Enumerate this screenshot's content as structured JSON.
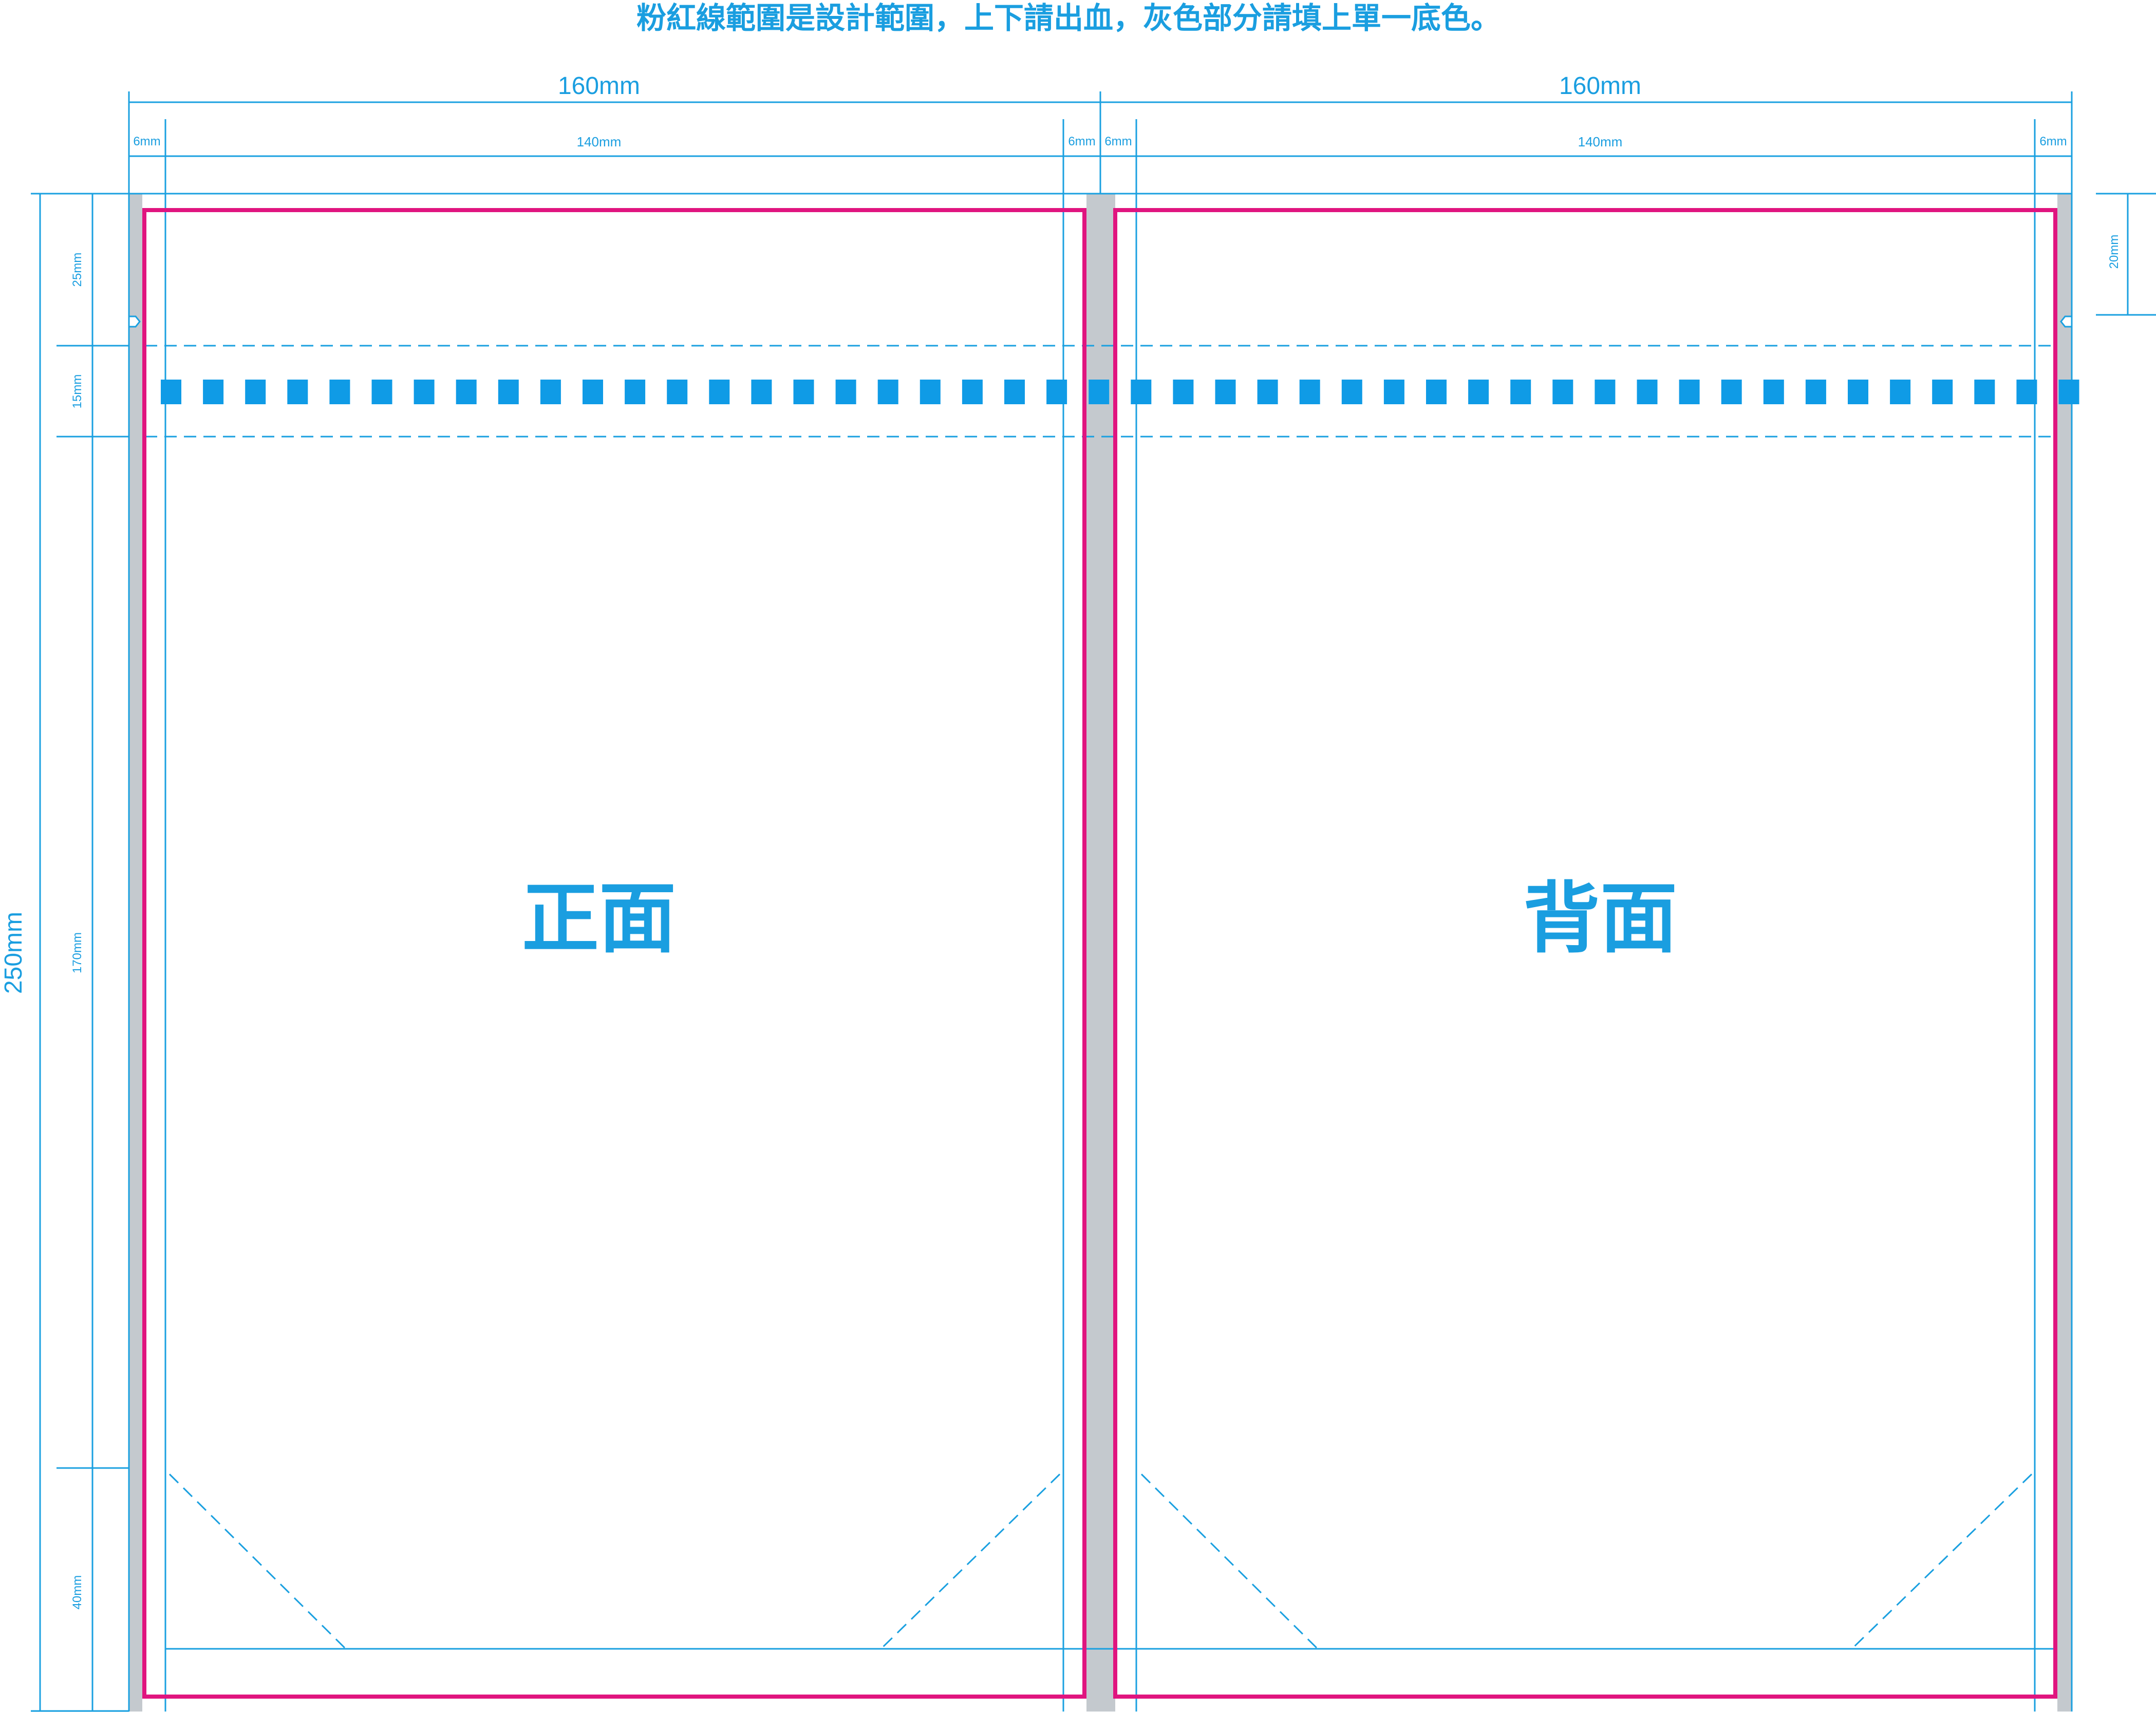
{
  "note": "粉紅線範圍是設計範圍，上下請出血，灰色部分請填上單一底色。",
  "dimensions": {
    "width_front": "160mm",
    "width_back": "160mm",
    "side_margin_1": "6mm",
    "inner_width_front": "140mm",
    "side_margin_2": "6mm",
    "side_margin_3": "6mm",
    "inner_width_back": "140mm",
    "side_margin_4": "6mm",
    "total_height": "250mm",
    "top_zone": "25mm",
    "zipper_zone": "15mm",
    "body_zone": "170mm",
    "bottom_zone": "40mm",
    "hang_hole_zone": "20mm"
  },
  "panels": {
    "front_label": "正面",
    "back_label": "背面"
  },
  "colors": {
    "guide_blue": "#1aa0e0",
    "design_pink": "#e0157f",
    "bleed_gray": "#c4c9ce",
    "text_blue": "#1a9ee0"
  }
}
